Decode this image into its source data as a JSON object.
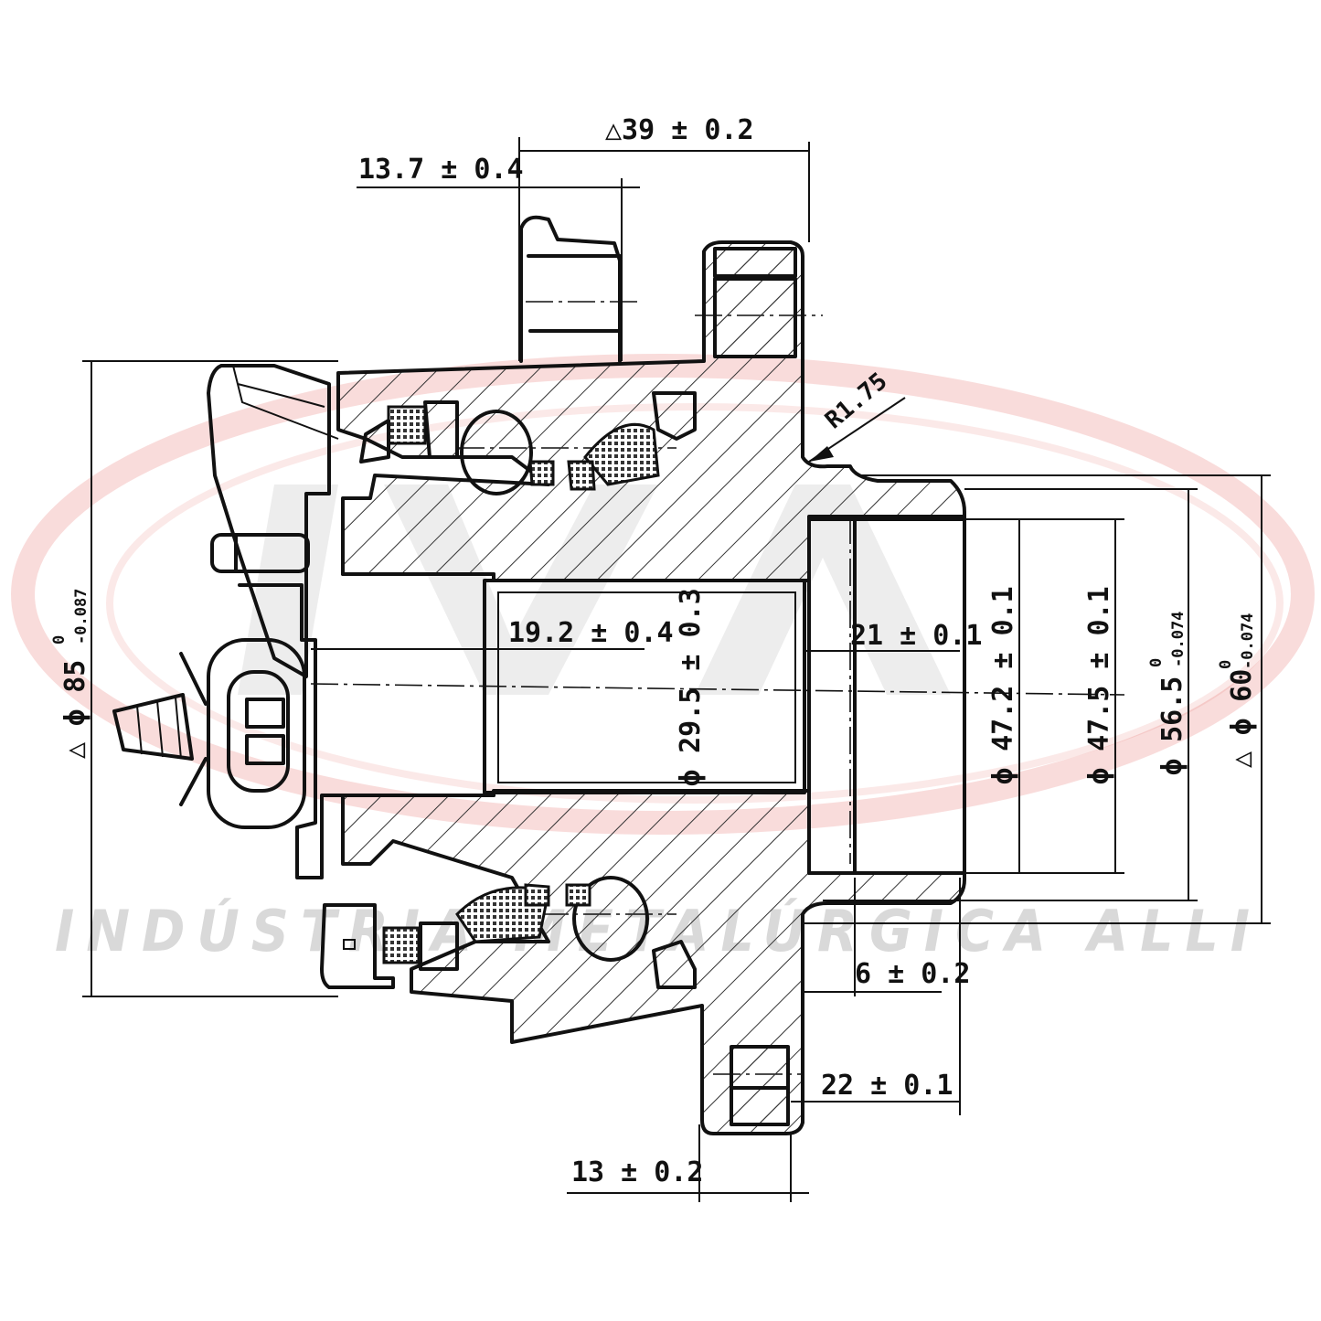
{
  "watermark": {
    "logo_color": "#d7261e",
    "tagline": "INDÚSTRIA METALÚRGICA ALLI"
  },
  "dimensions": {
    "flange_width": "△39 ± 0.2",
    "pilot_offset": "13.7 ± 0.4",
    "fillet_radius": "R1.75",
    "overall_diameter": {
      "label": "△ ϕ 85",
      "upper_tol": "0",
      "lower_tol": "-0.087"
    },
    "bore_length": "19.2 ± 0.4",
    "bore_diameter": "ϕ 29.5 ± 0.3",
    "pilot_depth": "21 ± 0.1",
    "pilot_diameter_1": "ϕ 47.2 ± 0.1",
    "pilot_diameter_2": "ϕ 47.5 ± 0.1",
    "seat_diameter": {
      "label": "ϕ 56.5",
      "upper_tol": "0",
      "lower_tol": "-0.074"
    },
    "spigot_diameter": {
      "label": "△ ϕ 60",
      "upper_tol": "0",
      "lower_tol": "-0.074"
    },
    "step_width": "6 ± 0.2",
    "hub_length": "22 ± 0.1",
    "flange_thickness": "13 ± 0.2"
  }
}
